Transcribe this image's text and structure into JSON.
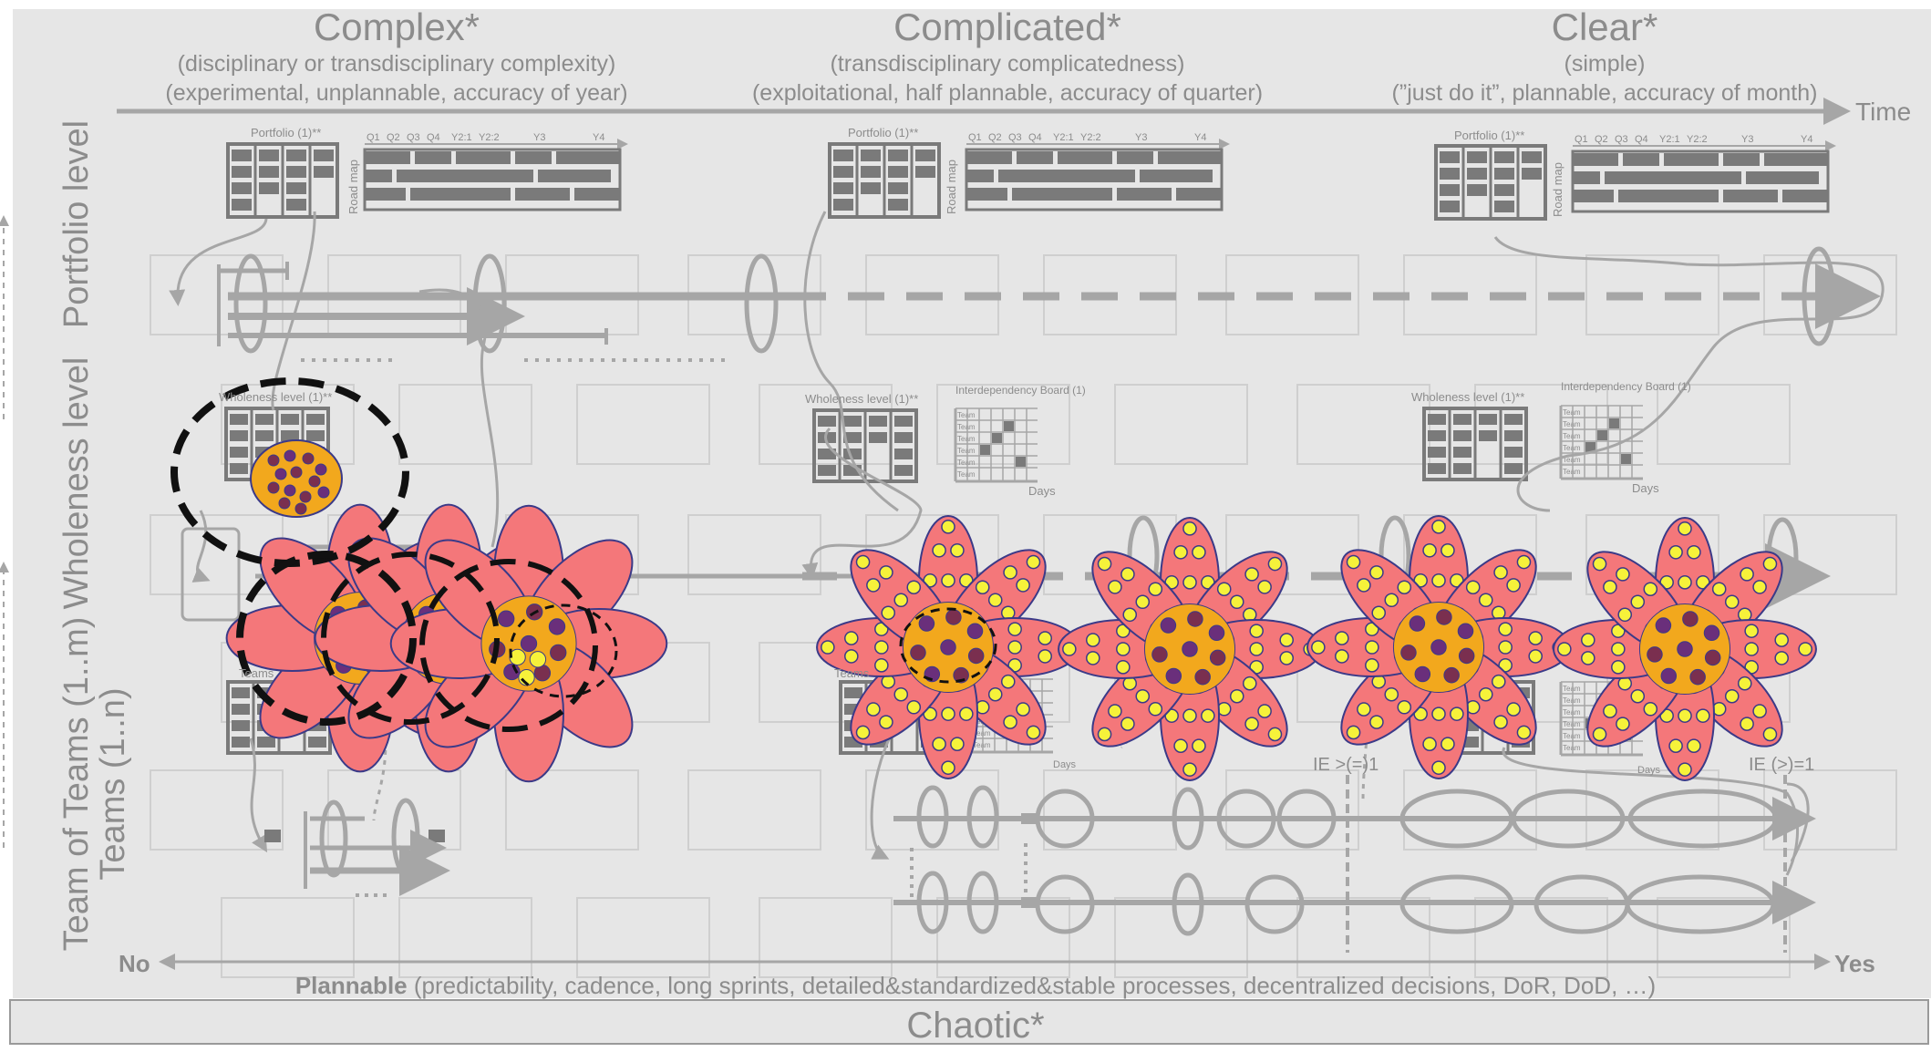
{
  "columns": [
    {
      "title": "Complex*",
      "subtitle": "(disciplinary or transdisciplinary complexity)",
      "detail": "(experimental, unplannable, accuracy of year)"
    },
    {
      "title": "Complicated*",
      "subtitle": "(transdisciplinary complicatedness)",
      "detail": "(exploitational, half plannable, accuracy of quarter)"
    },
    {
      "title": "Clear*",
      "subtitle": "(simple)",
      "detail": "(”just do it”, plannable, accuracy of month)"
    }
  ],
  "time_label": "Time",
  "levels": {
    "portfolio": "Portfolio level",
    "wholeness": "Wholeness level",
    "team_of_teams": "Team of Teams (1..m)",
    "teams": "Teams (1..n)"
  },
  "portfolio_label": "Portfolio (1)**",
  "roadmap_label": "Road map",
  "roadmap_ticks": [
    "Q1",
    "Q2",
    "Q3",
    "Q4",
    "Y2:1",
    "Y2:2",
    "Y3",
    "Y4"
  ],
  "wholeness_label": "Wholeness level (1)**",
  "interdependency_label": "Interdependency Board (1)",
  "days_label": "Days",
  "board_rows": [
    "Team",
    "Team",
    "Team",
    "Team",
    "Team",
    "Team"
  ],
  "teams_label": "Teams",
  "ie_label_mid": "IE >(=)1",
  "ie_label_right": "IE (>)=1",
  "axis": {
    "no": "No",
    "yes": "Yes"
  },
  "plannable": {
    "bold": "Plannable",
    "rest": " (predictability, cadence, long sprints, detailed&standardized&stable processes, decentralized decisions, DoR, DoD, …)"
  },
  "chaotic": "Chaotic*",
  "colors": {
    "background": "#e6e6e6",
    "text_gray": "#8c8c8c",
    "line_gray": "#a6a6a6",
    "grid_stroke": "#cfcfcf",
    "board_dark": "#7a7a7a",
    "petal_red": "#f4777a",
    "petal_stroke": "#3b3a88",
    "center_orange": "#f2a81d",
    "dot_yellow": "#f6f23a",
    "dot_purple": "#6a2f7b"
  }
}
